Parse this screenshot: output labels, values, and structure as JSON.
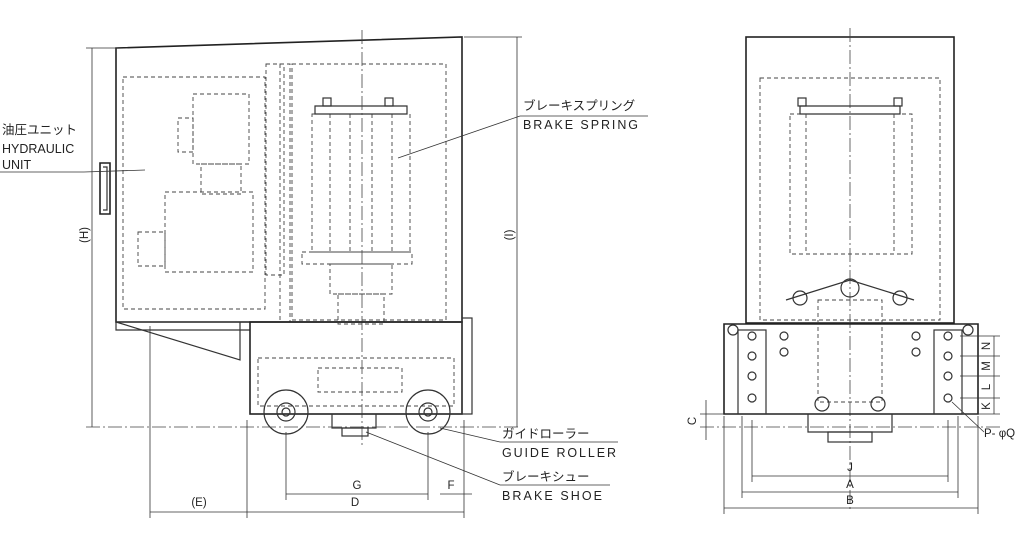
{
  "labels": {
    "hydraulic_jp": "油圧ユニット",
    "hydraulic_en1": "HYDRAULIC",
    "hydraulic_en2": "UNIT",
    "spring_jp": "ブレーキスプリング",
    "spring_en": "BRAKE SPRING",
    "roller_jp": "ガイドローラー",
    "roller_en": "GUIDE ROLLER",
    "shoe_jp": "ブレーキシュー",
    "shoe_en": "BRAKE SHOE"
  },
  "dimensions": {
    "H": "(H)",
    "I": "(I)",
    "E": "(E)",
    "D": "D",
    "G": "G",
    "F": "F",
    "J": "J",
    "A": "A",
    "B": "B",
    "C": "C",
    "N": "N",
    "M": "M",
    "L": "L",
    "K": "K",
    "PQ": "P- φQ"
  }
}
